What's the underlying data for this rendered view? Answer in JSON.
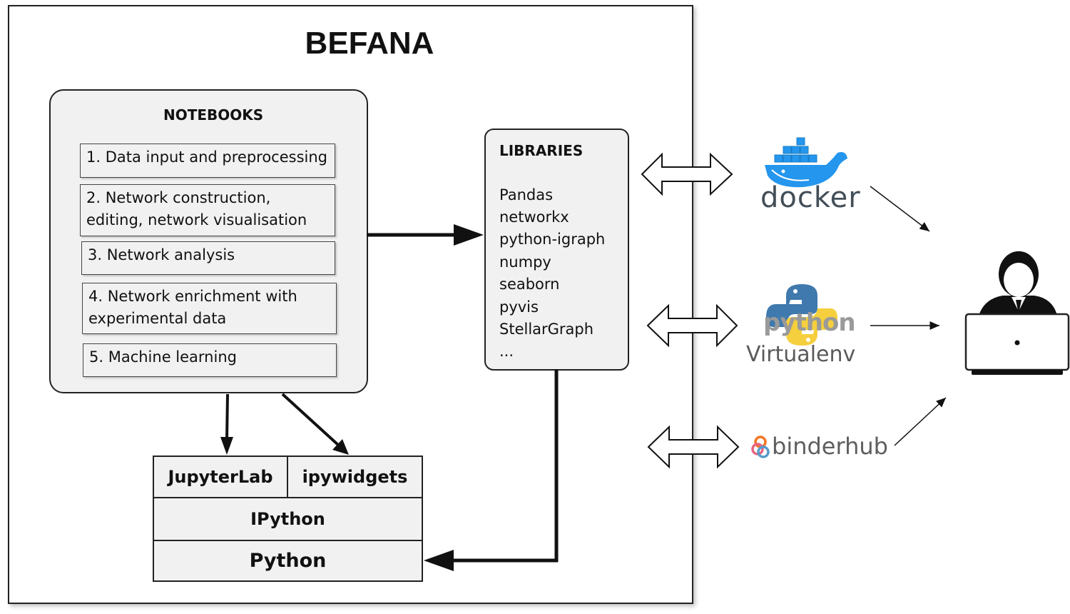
{
  "title": "BEFANA",
  "notebooks": {
    "heading": "NOTEBOOKS",
    "items": [
      "1. Data input and preprocessing",
      "2. Network construction,\nediting, network visualisation",
      "3. Network analysis",
      "4. Network enrichment with\nexperimental data",
      "5. Machine learning"
    ]
  },
  "libraries": {
    "heading": "LIBRARIES",
    "items": [
      "Pandas",
      "networkx",
      "python-igraph",
      "numpy",
      "seaborn",
      "pyvis",
      "StellarGraph",
      "..."
    ]
  },
  "stack": {
    "jupyterlab": "JupyterLab",
    "ipywidgets": "ipywidgets",
    "ipython": "IPython",
    "python": "Python"
  },
  "platforms": {
    "docker": "docker",
    "python": "python",
    "virtualenv": "Virtualenv",
    "binderhub": "binderhub"
  },
  "icons": {
    "docker": "docker-whale-icon",
    "python": "python-snakes-icon",
    "binderhub": "binder-rings-icon",
    "user": "user-at-laptop-icon"
  },
  "colors": {
    "box_fill": "#f1f1f1",
    "docker_blue": "#2496ed",
    "python_blue": "#3f79ad",
    "python_yellow": "#f5cf3d",
    "binder_orange": "#f37524",
    "binder_blue": "#579aca"
  }
}
